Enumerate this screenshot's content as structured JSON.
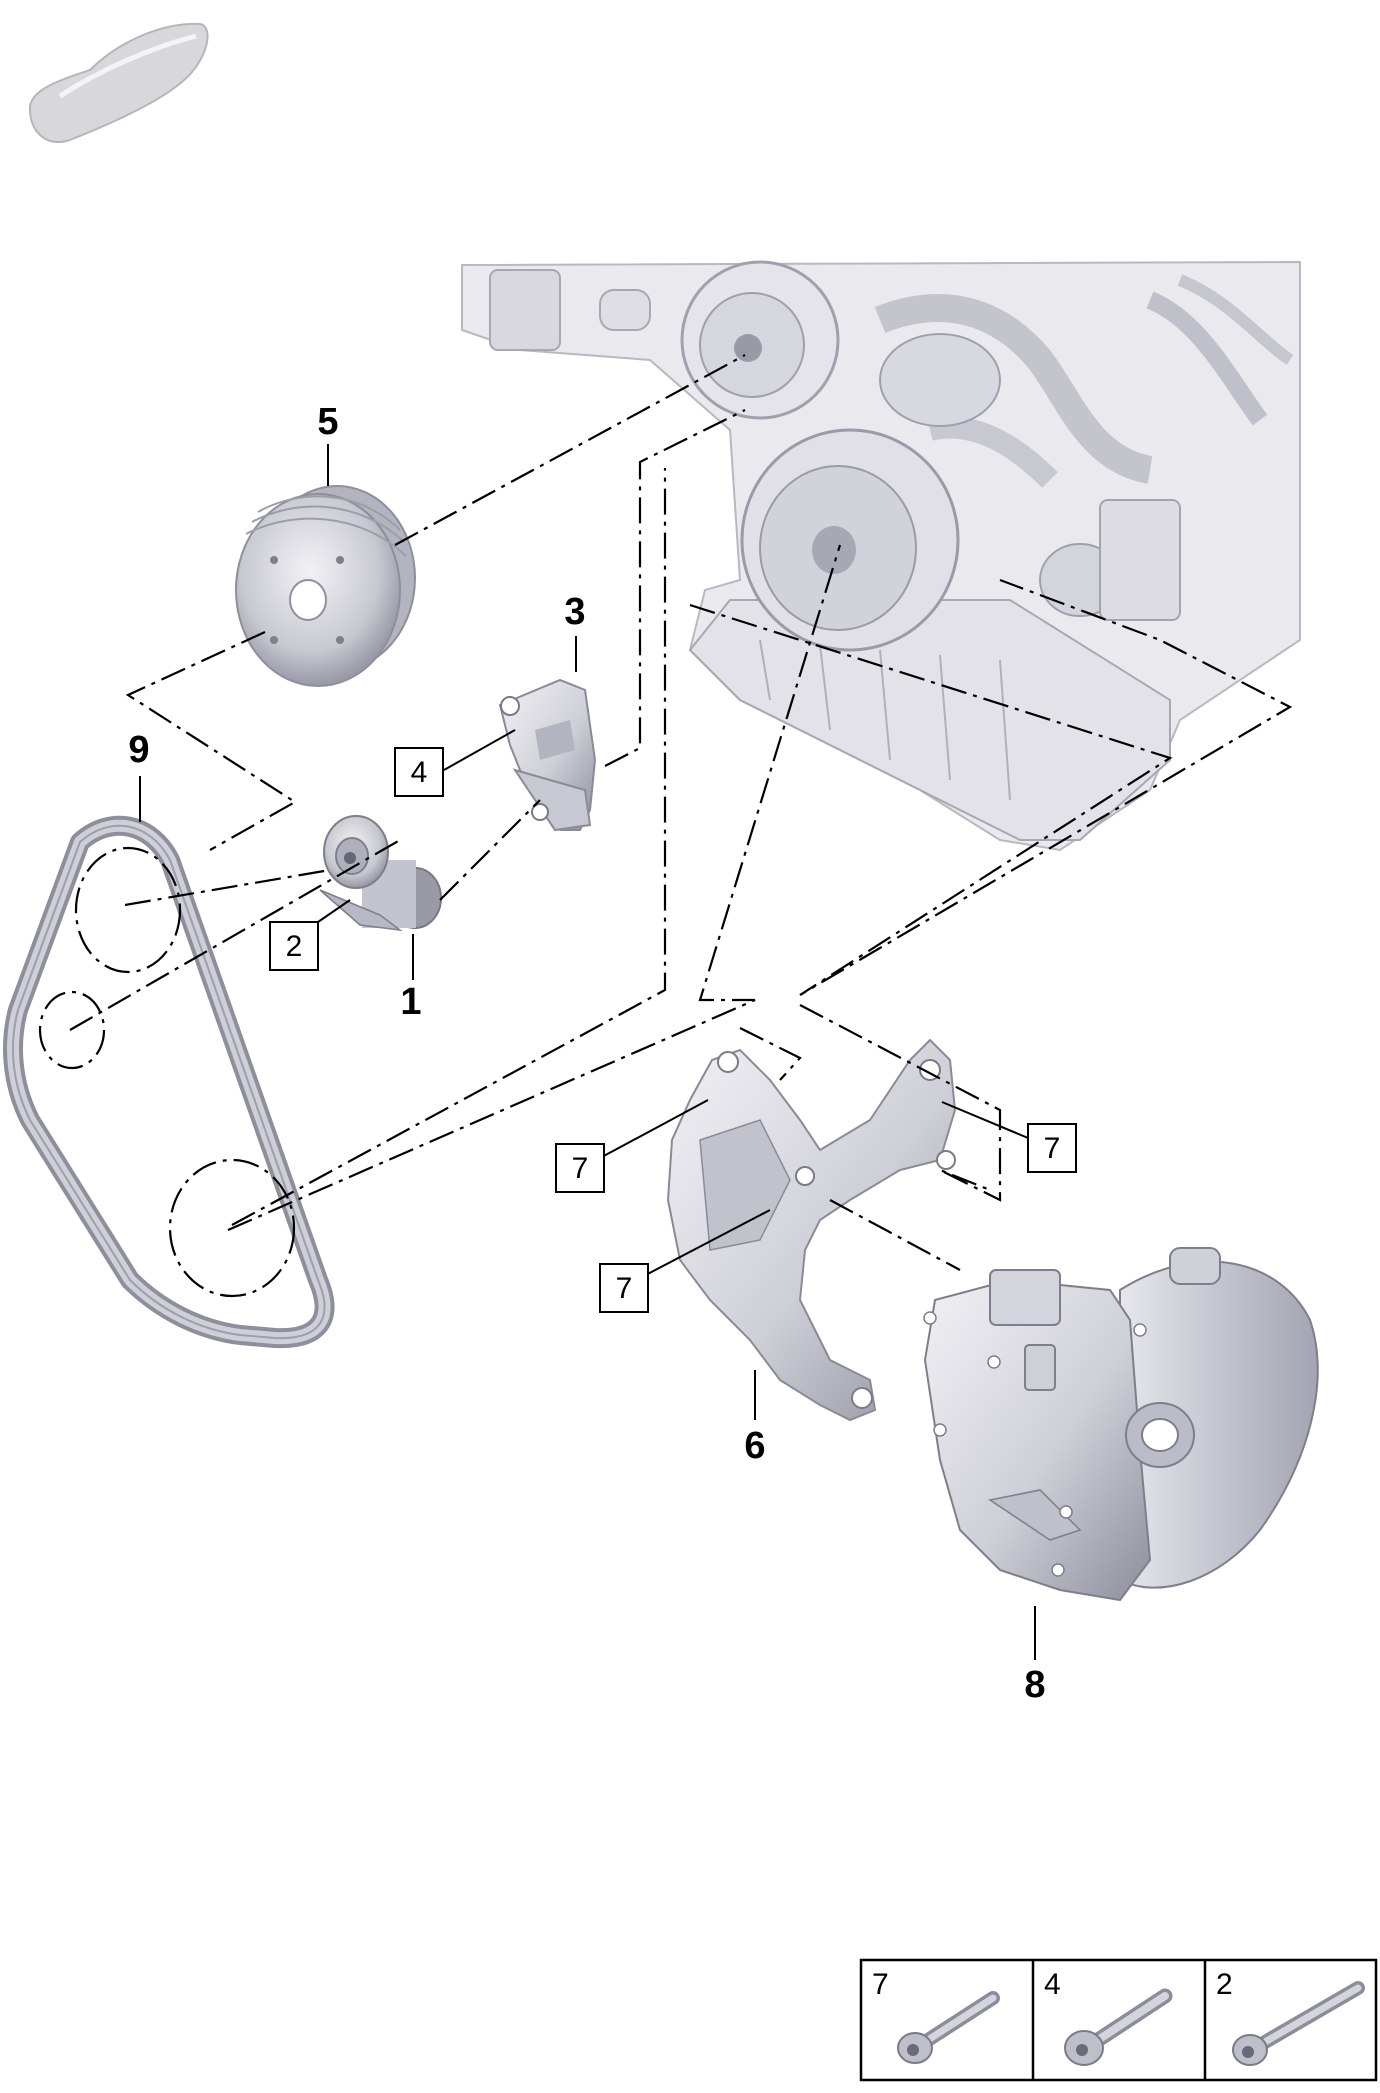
{
  "parts": {
    "p1": "1",
    "p3": "3",
    "p5": "5",
    "p6": "6",
    "p8": "8",
    "p9": "9"
  },
  "boxed_refs": {
    "b4": "4",
    "b2": "2",
    "b7a": "7",
    "b7b": "7",
    "b7c": "7"
  },
  "legend": [
    {
      "number": "7",
      "icon": "bolt-icon"
    },
    {
      "number": "4",
      "icon": "bolt-icon"
    },
    {
      "number": "2",
      "icon": "bolt-icon"
    }
  ],
  "colors": {
    "part_fill": "#cfcfd6",
    "part_shadow": "#9a9aa6",
    "line": "#000000"
  }
}
